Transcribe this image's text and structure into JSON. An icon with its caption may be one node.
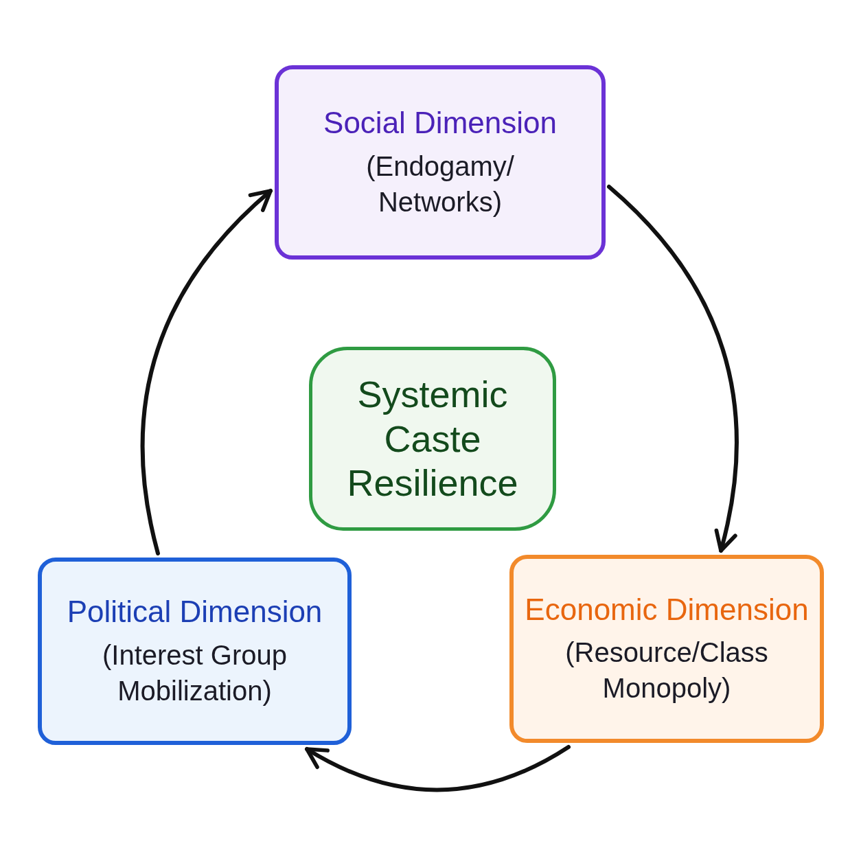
{
  "diagram": {
    "nodes": [
      {
        "text": [
          "Social Dimension",
          "(Endogamy/ Networks)"
        ]
      },
      {
        "text": [
          "Systemic Caste Resilience"
        ]
      },
      {
        "text": [
          "Political Dimension",
          "(Interest Group Mobilization)"
        ]
      },
      {
        "text": [
          "Economic Dimension",
          "(Resource/Class Monopoly)"
        ]
      }
    ],
    "edges": [
      {
        "from": 0,
        "to": 3,
        "arrow": "to"
      },
      {
        "from": 3,
        "to": 2,
        "arrow": "to"
      },
      {
        "from": 2,
        "to": 0,
        "arrow": "to"
      }
    ]
  }
}
